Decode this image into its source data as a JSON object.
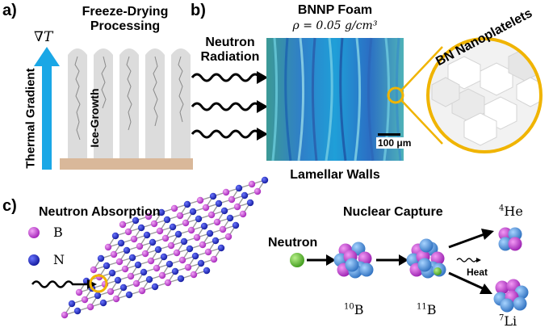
{
  "panel_a": {
    "label": "a)",
    "title_line1": "Freeze-Drying",
    "title_line2": "Processing",
    "gradient_symbol": "∇T",
    "gradient_label": "Thermal Gradient",
    "ice_label": "Ice-Growth"
  },
  "panel_b": {
    "label": "b)",
    "foam_title": "BNNP Foam",
    "density": "ρ = 0.05 g/cm³",
    "radiation_line1": "Neutron",
    "radiation_line2": "Radiation",
    "scale_bar": "100 μm",
    "walls_label": "Lamellar Walls",
    "zoom_label": "BN Nanoplatelets"
  },
  "panel_c": {
    "label": "c)",
    "absorption_title": "Neutron Absorption",
    "legend_b": "B",
    "legend_n": "N",
    "capture_title": "Nuclear Capture",
    "neutron_label": "Neutron",
    "b10_mass": "10",
    "b10_symbol": "B",
    "b11_mass": "11",
    "b11_symbol": "B",
    "he_mass": "4",
    "he_symbol": "He",
    "li_mass": "7",
    "li_symbol": "Li",
    "heat_label": "Heat"
  },
  "colors": {
    "arrow_blue": "#1aa7e6",
    "substrate": "#d9b89a",
    "boron": "#c03ccf",
    "nitrogen": "#1f2bd0",
    "highlight": "#f0b400",
    "neutron_green": "#5dbb2f",
    "nucleon_blue": "#5a9fd8"
  }
}
